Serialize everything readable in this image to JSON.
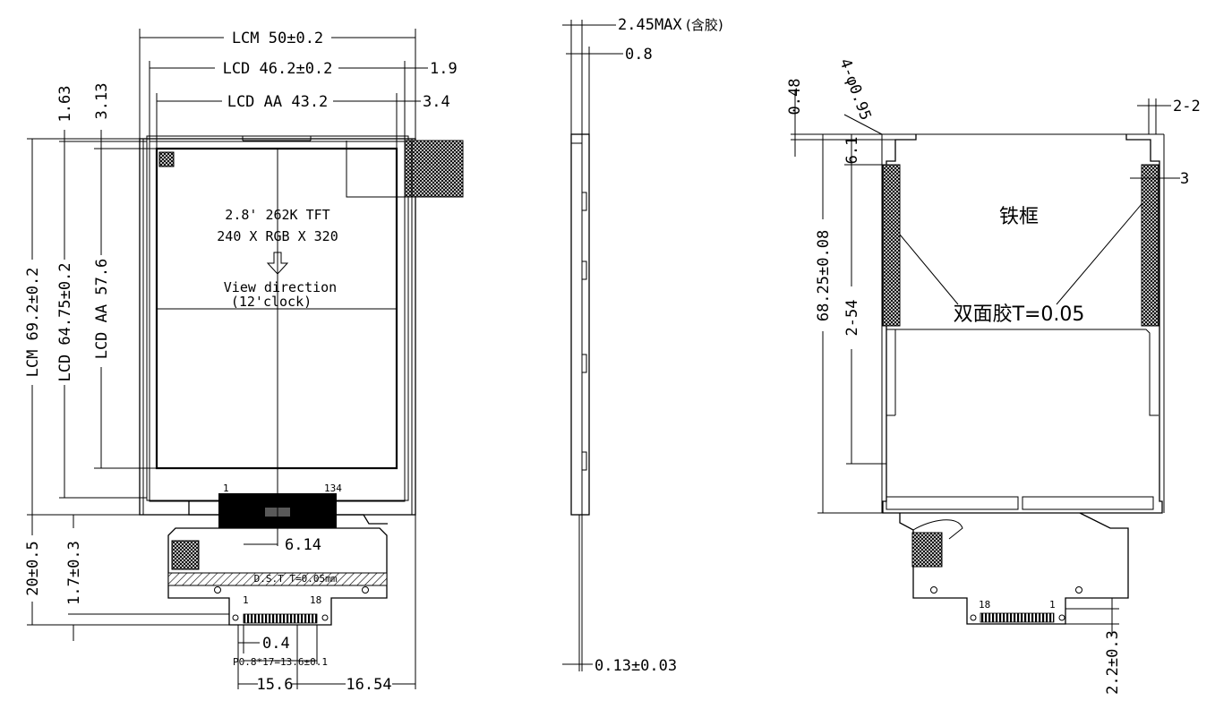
{
  "front_view": {
    "lcm_width": "LCM 50±0.2",
    "lcd_width": "LCD 46.2±0.2",
    "lcd_aa_width": "LCD AA 43.2",
    "dim_1_9": "1.9",
    "dim_3_4": "3.4",
    "dim_1_63": "1.63",
    "dim_3_13": "3.13",
    "lcm_height": "LCM 69.2±0.2",
    "lcd_height": "LCD 64.75±0.2",
    "lcd_aa_height": "LCD AA 57.6",
    "panel_line1": "2.8' 262K TFT",
    "panel_line2": "240 X RGB X 320",
    "view_line1": "View direction",
    "view_line2": "(12'clock)",
    "fpc_dim_6_14": "6.14",
    "fpc_len_20": "20±0.5",
    "fpc_dim_1_7": "1.7±0.3",
    "dst_label": "D.S.T T=0.05mm",
    "pin_first": "1",
    "pin_last": "18",
    "ic_pin_1": "1",
    "ic_pin_last": "134",
    "dim_0_4": "0.4",
    "pitch_label": "P0.8*17=13.6±0.1",
    "dim_15_6": "15.6",
    "dim_16_54": "16.54"
  },
  "side_view": {
    "thickness_max": "2.45MAX",
    "thickness_note": "(含胶)",
    "dim_0_8": "0.8",
    "fpc_thickness": "0.13±0.03"
  },
  "back_view": {
    "dim_0_48": "0.48",
    "holes": "4-φ0.95",
    "dim_2_2": "2-2",
    "dim_6_1": "6.1",
    "dim_3": "3",
    "frame_height": "68.25±0.08",
    "tape_length": "2-54",
    "frame_label": "铁框",
    "tape_label": "双面胶T=0.05",
    "pin_18": "18",
    "pin_1": "1",
    "fpc_dim": "2.2±0.3"
  }
}
